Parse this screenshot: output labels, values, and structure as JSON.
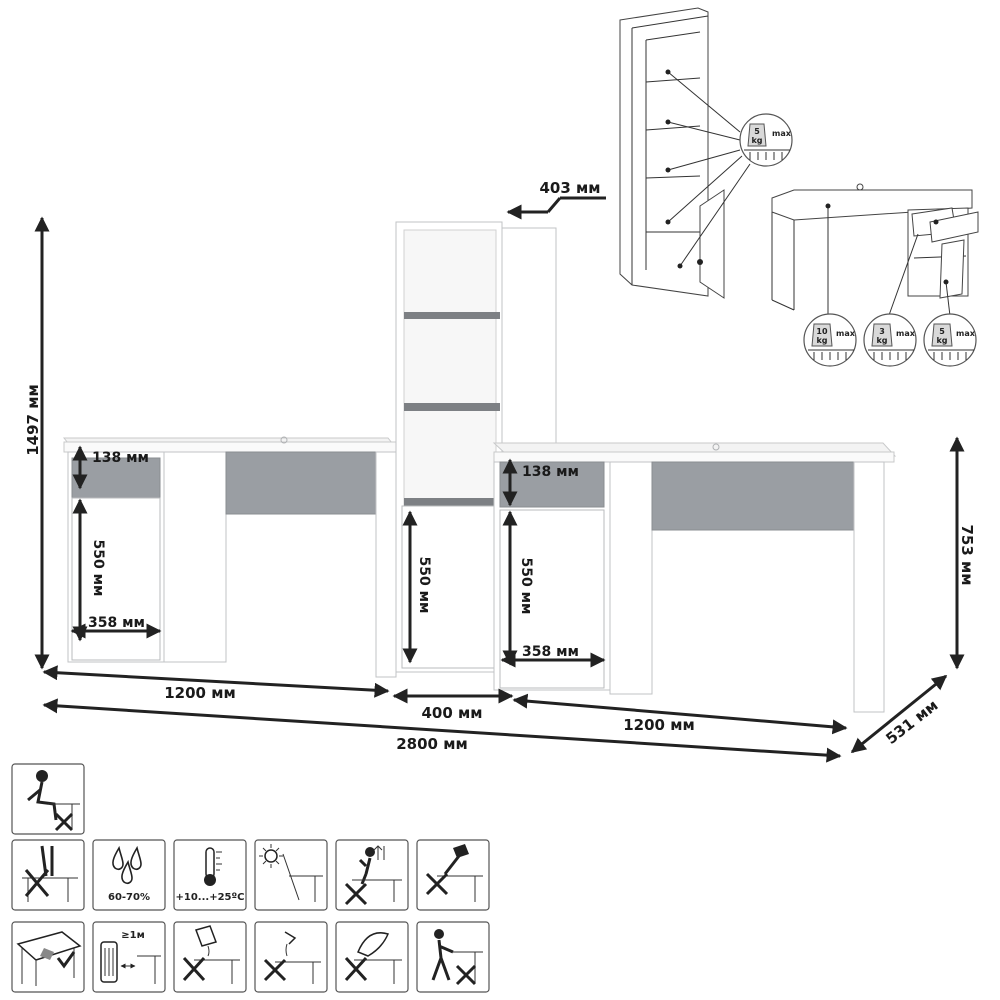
{
  "dimensions": {
    "total_height": "1497 мм",
    "desk_height": "753 мм",
    "depth": "531 мм",
    "bookcase_depth": "403 мм",
    "desk_width_left": "1200 мм",
    "bookcase_width": "400 мм",
    "desk_width_right": "1200 мм",
    "total_width": "2800 мм",
    "drawer_height_left": "138 мм",
    "drawer_height_right": "138 мм",
    "door_height_left": "550 мм",
    "door_height_middle": "550 мм",
    "door_height_right": "550 мм",
    "cabinet_width_left": "358 мм",
    "cabinet_width_right": "358 мм"
  },
  "load_limits": {
    "max_label": "max",
    "shelf": {
      "value": "5",
      "unit": "kg"
    },
    "desk_top": {
      "value": "10",
      "unit": "kg"
    },
    "drawer": {
      "value": "3",
      "unit": "kg"
    },
    "cabinet_shelf": {
      "value": "5",
      "unit": "kg"
    }
  },
  "care_icons": [
    {
      "name": "no-sitting-on-table-icon",
      "label": ""
    },
    {
      "name": "no-leaning-on-table-icon",
      "label": ""
    },
    {
      "name": "humidity-icon",
      "label": "60-70%"
    },
    {
      "name": "temperature-icon",
      "label": "+10...+25ºC"
    },
    {
      "name": "avoid-direct-sunlight-icon",
      "label": ""
    },
    {
      "name": "no-jumping-on-table-icon",
      "label": ""
    },
    {
      "name": "no-hammer-impact-icon",
      "label": ""
    },
    {
      "name": "wipe-dry-cloth-icon",
      "label": ""
    },
    {
      "name": "heater-distance-icon",
      "label": "≥1м"
    },
    {
      "name": "no-spilling-liquids-icon",
      "label": ""
    },
    {
      "name": "no-water-pouring-icon",
      "label": ""
    },
    {
      "name": "no-hot-objects-icon",
      "label": ""
    },
    {
      "name": "no-dragging-icon",
      "label": ""
    }
  ],
  "colors": {
    "panel": "#ffffff",
    "grey_accent": "#9a9ea3",
    "shelf_grey": "#7d8084",
    "outline": "#b9bbbd",
    "dimension_line": "#222222"
  }
}
